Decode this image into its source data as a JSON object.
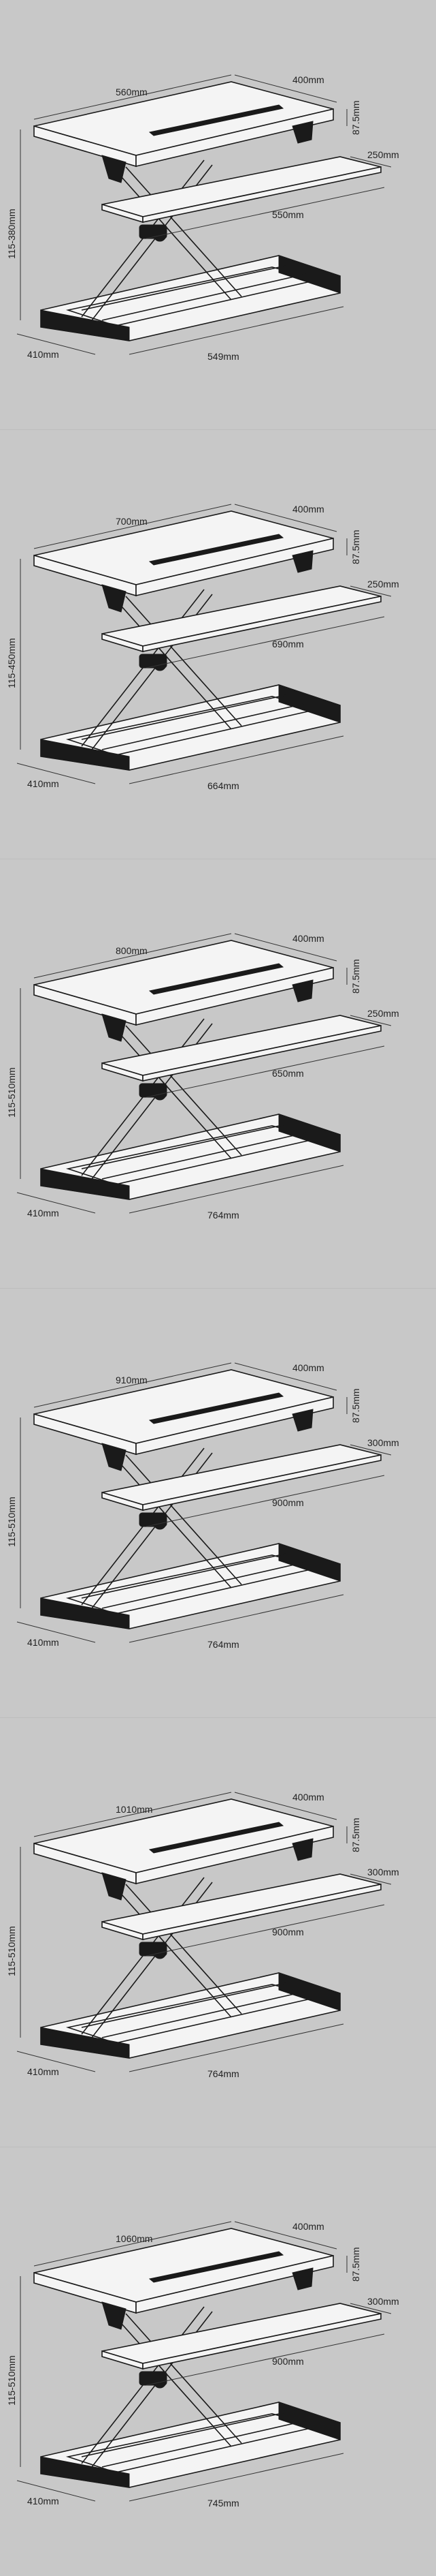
{
  "panels": [
    {
      "top": "560mm",
      "depth": "400mm",
      "thick": "87.5mm",
      "kb_depth": "250mm",
      "kb_width": "550mm",
      "height": "115-380mm",
      "base_depth": "410mm",
      "base_width": "549mm"
    },
    {
      "top": "700mm",
      "depth": "400mm",
      "thick": "87.5mm",
      "kb_depth": "250mm",
      "kb_width": "690mm",
      "height": "115-450mm",
      "base_depth": "410mm",
      "base_width": "664mm"
    },
    {
      "top": "800mm",
      "depth": "400mm",
      "thick": "87.5mm",
      "kb_depth": "250mm",
      "kb_width": "650mm",
      "height": "115-510mm",
      "base_depth": "410mm",
      "base_width": "764mm"
    },
    {
      "top": "910mm",
      "depth": "400mm",
      "thick": "87.5mm",
      "kb_depth": "300mm",
      "kb_width": "900mm",
      "height": "115-510mm",
      "base_depth": "410mm",
      "base_width": "764mm"
    },
    {
      "top": "1010mm",
      "depth": "400mm",
      "thick": "87.5mm",
      "kb_depth": "300mm",
      "kb_width": "900mm",
      "height": "115-510mm",
      "base_depth": "410mm",
      "base_width": "764mm"
    },
    {
      "top": "1060mm",
      "depth": "400mm",
      "thick": "87.5mm",
      "kb_depth": "300mm",
      "kb_width": "900mm",
      "height": "115-510mm",
      "base_depth": "410mm",
      "base_width": "745mm"
    }
  ]
}
